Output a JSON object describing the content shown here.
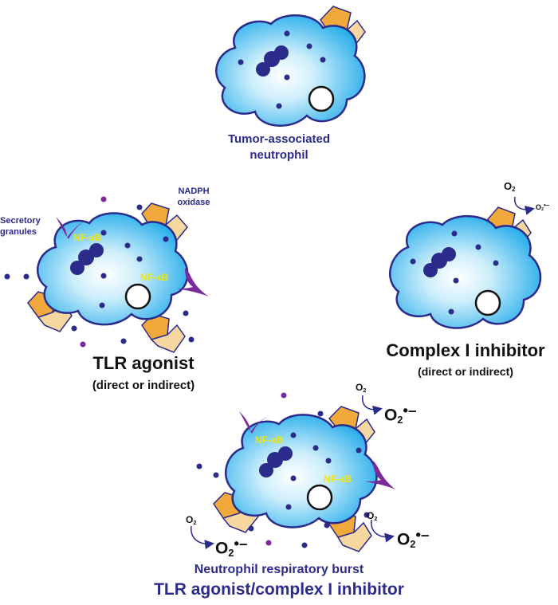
{
  "cells": {
    "top": {
      "label_line1": "Tumor-associated",
      "label_line2": "neutrophil"
    },
    "left": {
      "title": "TLR agonist",
      "subtitle": "(direct or indirect)",
      "secretory_line1": "Secretory",
      "secretory_line2": "granules",
      "nadph_line1": "NADPH",
      "nadph_line2": "oxidase"
    },
    "right": {
      "title": "Complex I inhibitor",
      "subtitle": "(direct or indirect)"
    },
    "bottom": {
      "caption": "Neutrophil respiratory burst",
      "title": "TLR agonist/complex I inhibitor"
    }
  },
  "nfkb_text": "NF-κB",
  "o2": {
    "base": "O",
    "sub": "2",
    "sup": "•–"
  },
  "colors": {
    "cell_fill": "#1aa8ea",
    "cell_outline": "#2b2b8c",
    "nucleus": "#2b2b8c",
    "granule_dark": "#2b2b8c",
    "granule_purple": "#7a2a9a",
    "oxidase_orange": "#f2a93b",
    "oxidase_tan": "#f7d7a0",
    "nfkb_text": "#f2e600"
  },
  "icons": [
    "neutrophil-cell",
    "nadph-oxidase-icon",
    "secretory-granule-icon",
    "tlr-receptor-icon",
    "vacuole-icon",
    "reaction-arrow-icon"
  ]
}
